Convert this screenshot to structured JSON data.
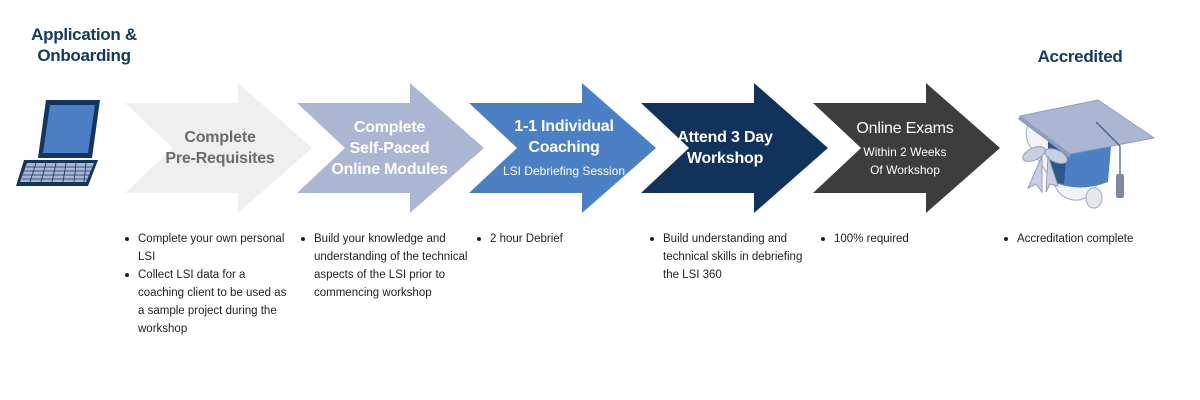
{
  "start": {
    "title_line1": "Application &",
    "title_line2": "Onboarding",
    "icon": "laptop-icon"
  },
  "end": {
    "title": "Accredited",
    "icon": "graduation-cap-diploma-icon"
  },
  "steps": [
    {
      "title_lines": [
        "Complete",
        "Pre-Requisites"
      ],
      "subtitle_lines": [],
      "color": "#efefef",
      "text_color": "#6b6b6b",
      "bullets": [
        "Complete your own personal LSI",
        "Collect LSI data for a coaching client to be used as a sample project during the workshop"
      ]
    },
    {
      "title_lines": [
        "Complete",
        "Self-Paced",
        "Online Modules"
      ],
      "subtitle_lines": [],
      "color": "#aab6d2",
      "text_color": "#ffffff",
      "bullets": [
        "Build your knowledge and understanding of the technical aspects of the LSI prior to commencing workshop"
      ]
    },
    {
      "title_lines": [
        "1-1 Individual",
        "Coaching"
      ],
      "subtitle_lines": [
        "LSI Debriefing Session"
      ],
      "color": "#4b80c4",
      "text_color": "#ffffff",
      "bullets": [
        "2 hour Debrief"
      ]
    },
    {
      "title_lines": [
        "Attend 3 Day",
        "Workshop"
      ],
      "subtitle_lines": [],
      "color": "#11325b",
      "text_color": "#ffffff",
      "bullets": [
        "Build understanding and technical skills in debriefing the LSI 360"
      ]
    },
    {
      "title_lines": [
        "Online Exams"
      ],
      "subtitle_lines": [
        "Within 2 Weeks",
        "Of Workshop"
      ],
      "color": "#3d3d3d",
      "text_color": "#ffffff",
      "bullets": [
        "100% required"
      ]
    }
  ],
  "end_bullets": [
    "Accreditation complete"
  ]
}
